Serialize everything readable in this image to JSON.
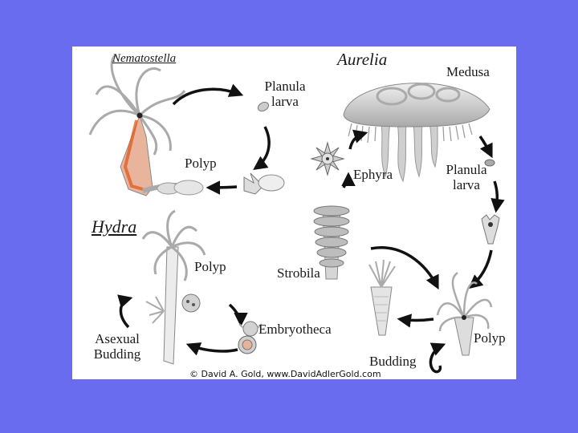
{
  "diagram": {
    "groups": {
      "nematostella": {
        "title": "Nematostella",
        "planula": "Planula larva",
        "polyp": "Polyp"
      },
      "aurelia": {
        "title": "Aurelia",
        "medusa": "Medusa",
        "planula": "Planula larva",
        "ephyra": "Ephyra",
        "strobila": "Strobila",
        "polyp": "Polyp",
        "budding": "Budding"
      },
      "hydra": {
        "title": "Hydra",
        "polyp": "Polyp",
        "embryotheca": "Embryotheca",
        "asexual_budding": "Asexual Budding"
      }
    },
    "credit": "© David A. Gold, www.DavidAdlerGold.com"
  },
  "colors": {
    "background": "#6a6cf0",
    "panel": "#ffffff",
    "arrow": "#111111",
    "organism": "#d8d8d8",
    "nematostella_body": "#e8865a"
  }
}
